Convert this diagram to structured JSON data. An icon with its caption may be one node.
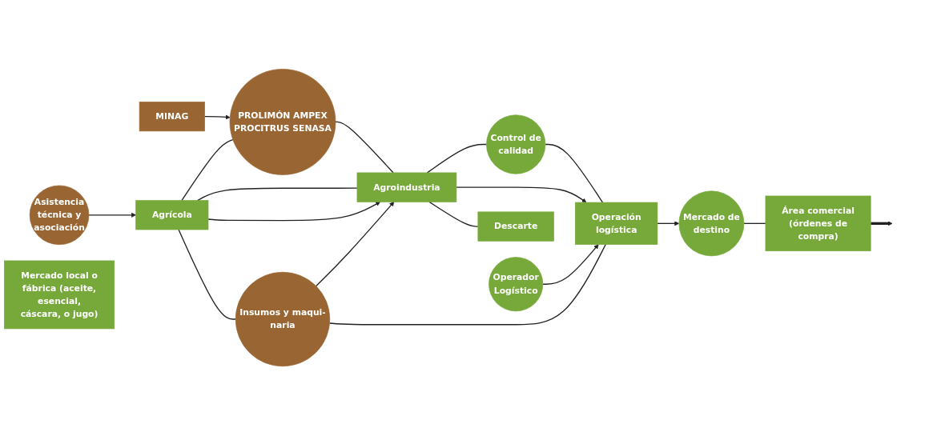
{
  "diagram": {
    "nodes": [
      {
        "text": [
          "MINAG"
        ]
      },
      {
        "text": [
          "PROLIMÓN AMPEX PROCITRUS SENASA"
        ]
      },
      {
        "text": [
          "Área comercial (órdenes de compra)"
        ]
      },
      {
        "text": [
          "Control de calidad"
        ]
      },
      {
        "text": [
          "Agrícola"
        ]
      },
      {
        "text": [
          "Agroindustria"
        ]
      },
      {
        "text": [
          "Operación logística"
        ]
      },
      {
        "text": [
          "Mercado de destino"
        ]
      },
      {
        "text": [
          "Asistencia técnica y asociación"
        ]
      },
      {
        "text": [
          "Insumos y maqui- naria"
        ]
      },
      {
        "text": [
          "Operador Logístico"
        ]
      },
      {
        "text": [
          "Descarte"
        ]
      },
      {
        "text": [
          "Mercado local o fábrica (aceite, esencial, cáscara, o jugo)"
        ]
      }
    ],
    "edges": [
      {
        "from": 0,
        "to": 1,
        "arrow": "to"
      },
      {
        "from": 4,
        "to": 1,
        "arrow": "none"
      },
      {
        "from": 1,
        "to": 5,
        "arrow": "none"
      },
      {
        "from": 4,
        "to": 5,
        "arrow": "none"
      },
      {
        "from": 5,
        "to": 3,
        "arrow": "none"
      },
      {
        "from": 3,
        "to": 6,
        "arrow": "none"
      },
      {
        "from": 2,
        "to": 7,
        "arrow": "none"
      },
      {
        "from": 2,
        "to": null,
        "arrow": "to",
        "style": "thick"
      },
      {
        "from": 4,
        "to": 5,
        "arrow": "to"
      },
      {
        "from": 5,
        "to": 6,
        "arrow": "to"
      },
      {
        "from": 6,
        "to": 7,
        "arrow": "to"
      },
      {
        "from": 8,
        "to": 4,
        "arrow": "to"
      },
      {
        "from": 9,
        "to": 5,
        "arrow": "to"
      },
      {
        "from": 10,
        "to": 6,
        "arrow": "to"
      },
      {
        "from": 4,
        "to": 9,
        "arrow": "none"
      },
      {
        "from": 9,
        "to": 6,
        "arrow": "none"
      },
      {
        "from": 5,
        "to": 11,
        "arrow": "none"
      }
    ]
  }
}
